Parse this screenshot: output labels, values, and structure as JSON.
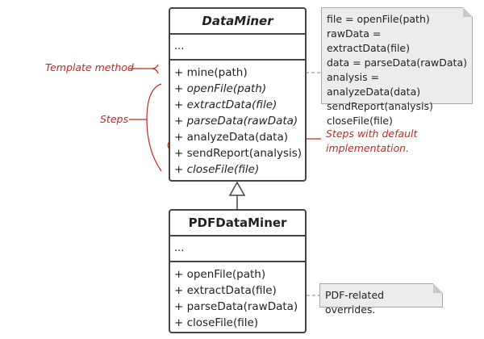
{
  "base_class": {
    "name": "DataMiner",
    "fields": "...",
    "methods": [
      "+ mine(path)",
      "+ openFile(path)",
      "+ extractData(file)",
      "+ parseData(rawData)",
      "+ analyzeData(data)",
      "+ sendReport(analysis)",
      "+ closeFile(file)"
    ]
  },
  "sub_class": {
    "name": "PDFDataMiner",
    "fields": "...",
    "methods": [
      "+ openFile(path)",
      "+ extractData(file)",
      "+ parseData(rawData)",
      "+ closeFile(file)"
    ]
  },
  "code_note": {
    "lines": [
      "file = openFile(path)",
      "rawData = extractData(file)",
      "data = parseData(rawData)",
      "analysis = analyzeData(data)",
      "sendReport(analysis)",
      "closeFile(file)"
    ]
  },
  "override_note": "PDF-related overrides.",
  "labels": {
    "template_method": "Template method",
    "steps": "Steps",
    "default_steps": [
      "Steps with default",
      "implementation."
    ]
  },
  "colors": {
    "annotation": "#c4271e",
    "highlight_fill": "#f7d6d4",
    "line": "#444444",
    "note_fill": "#ececec"
  }
}
